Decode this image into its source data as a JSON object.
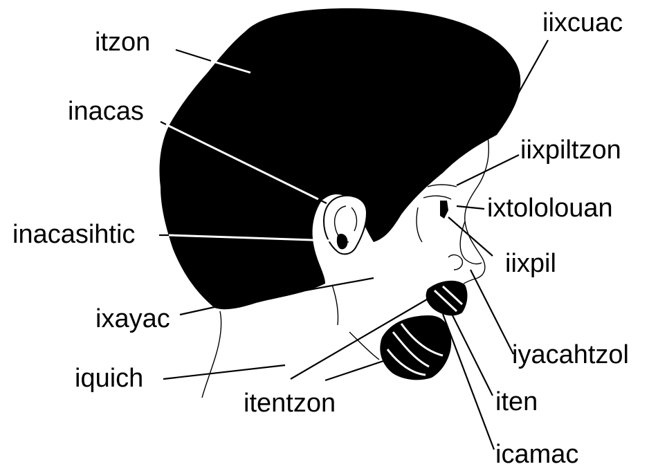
{
  "diagram": {
    "labels": {
      "itzon": "itzon",
      "iixcuac": "iixcuac",
      "inacas": "inacas",
      "iixpiltzon": "iixpiltzon",
      "ixtololouan": "ixtololouan",
      "inacasihtic": "inacasihtic",
      "iixpil": "iixpil",
      "ixayac": "ixayac",
      "iyacahtzol": "iyacahtzol",
      "iquich": "iquich",
      "itentzon": "itentzon",
      "iten": "iten",
      "icamac": "icamac"
    },
    "colors": {
      "ink": "#000000",
      "paper": "#ffffff"
    }
  }
}
